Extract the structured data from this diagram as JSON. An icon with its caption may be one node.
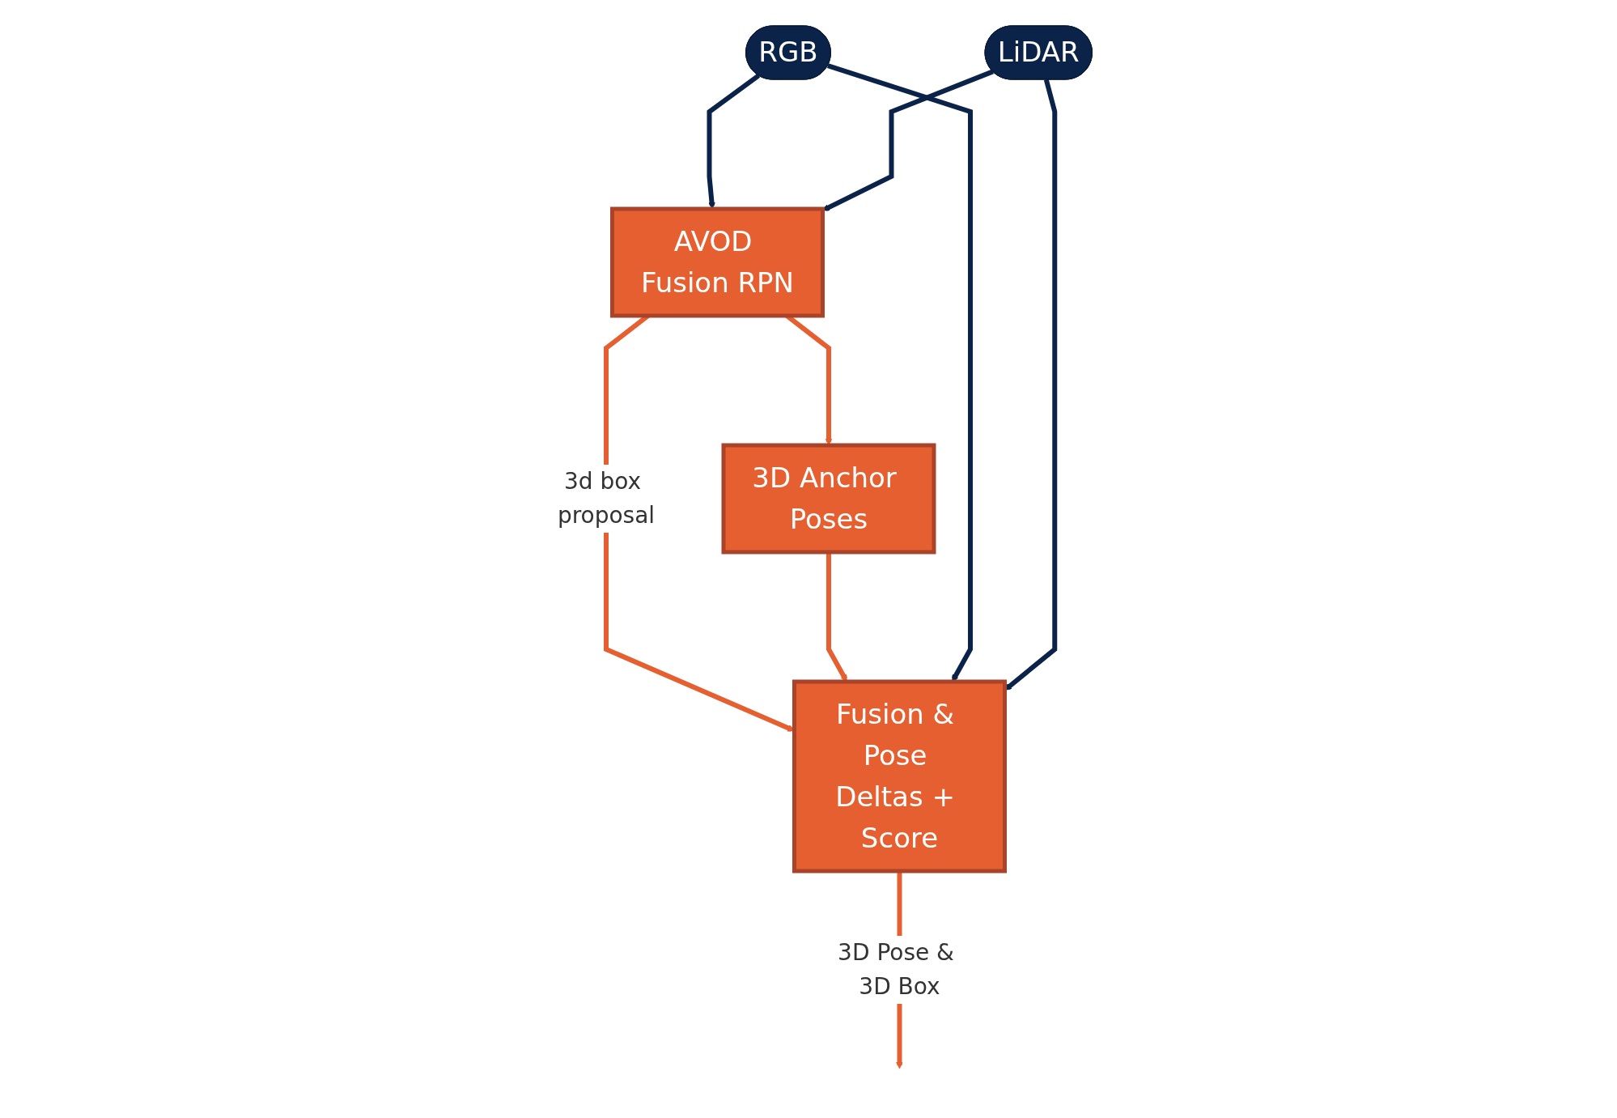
{
  "diagram": {
    "nodes": [
      {
        "text": [
          "RGB"
        ]
      },
      {
        "text": [
          "LiDAR"
        ]
      },
      {
        "text": [
          "AVOD Fusion RPN"
        ]
      },
      {
        "text": [
          "3D Anchor Poses"
        ]
      },
      {
        "text": [
          "Fusion & Pose Deltas + Score"
        ]
      }
    ],
    "edges": [
      {
        "from": 0,
        "to": 2,
        "arrow": "to"
      },
      {
        "from": 1,
        "to": 2,
        "arrow": "to"
      },
      {
        "from": 2,
        "to": 3,
        "arrow": "to",
        "color": "#e55f30"
      },
      {
        "from": 2,
        "to": 4,
        "arrow": "to",
        "label": "3d box proposal",
        "color": "#e55f30"
      },
      {
        "from": 3,
        "to": 4,
        "arrow": "to",
        "color": "#e55f30"
      },
      {
        "from": 0,
        "to": 4,
        "arrow": "to"
      },
      {
        "from": 1,
        "to": 4,
        "arrow": "to"
      },
      {
        "from": 4,
        "to": null,
        "arrow": "to",
        "label": "3D Pose & 3D Box",
        "color": "#e55f30"
      }
    ]
  }
}
